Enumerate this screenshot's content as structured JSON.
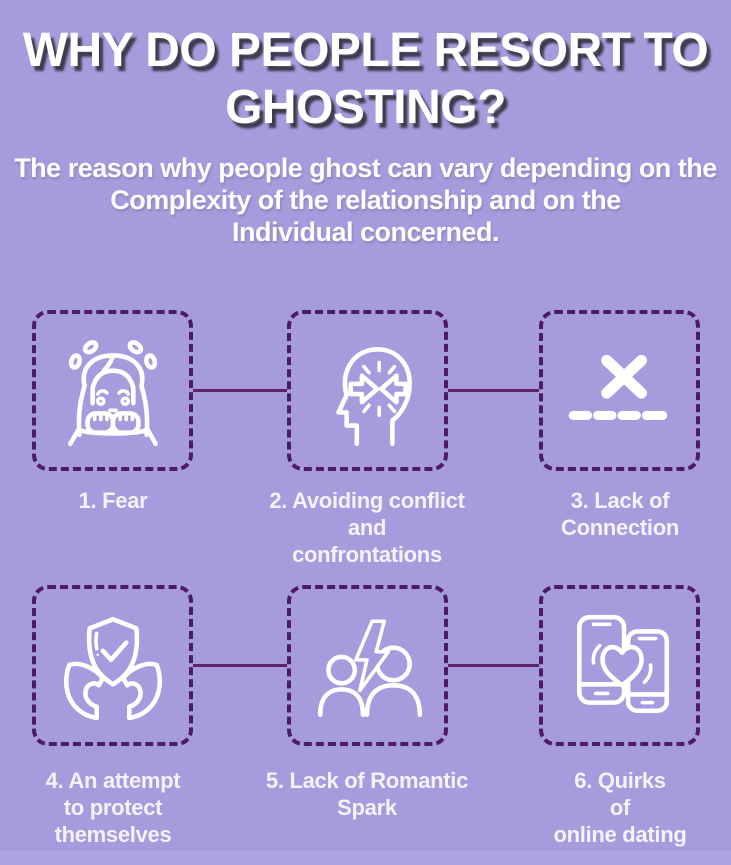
{
  "header": {
    "title_line1": "WHY DO PEOPLE RESORT TO",
    "title_line2": "GHOSTING?",
    "subtitle_line1": "The reason why people ghost can vary depending on the",
    "subtitle_line2": "Complexity of the relationship and on the",
    "subtitle_line3": "Individual concerned."
  },
  "reasons": [
    {
      "icon": "fearful-girl-icon",
      "label_lines": [
        "1. Fear"
      ]
    },
    {
      "icon": "head-conflict-arrows-icon",
      "label_lines": [
        "2. Avoiding conflict",
        "and",
        "confrontations"
      ]
    },
    {
      "icon": "broken-connection-icon",
      "label_lines": [
        "3. Lack of",
        "Connection"
      ]
    },
    {
      "icon": "hands-shield-icon",
      "label_lines": [
        "4. An attempt",
        "to protect",
        "themselves"
      ]
    },
    {
      "icon": "people-lightning-icon",
      "label_lines": [
        "5. Lack of Romantic",
        "Spark"
      ]
    },
    {
      "icon": "phones-heart-icon",
      "label_lines": [
        "6. Quirks",
        "of",
        "online dating"
      ]
    }
  ],
  "colors": {
    "background": "#a69bdc",
    "bottom_strip": "#ada3e3",
    "card_border": "#4a1c61",
    "connector": "#5d2366",
    "title_text": "#ffffff",
    "title_shadow": "#363340",
    "label_text": "#f4f2fa",
    "icon_stroke": "#ffffff"
  }
}
